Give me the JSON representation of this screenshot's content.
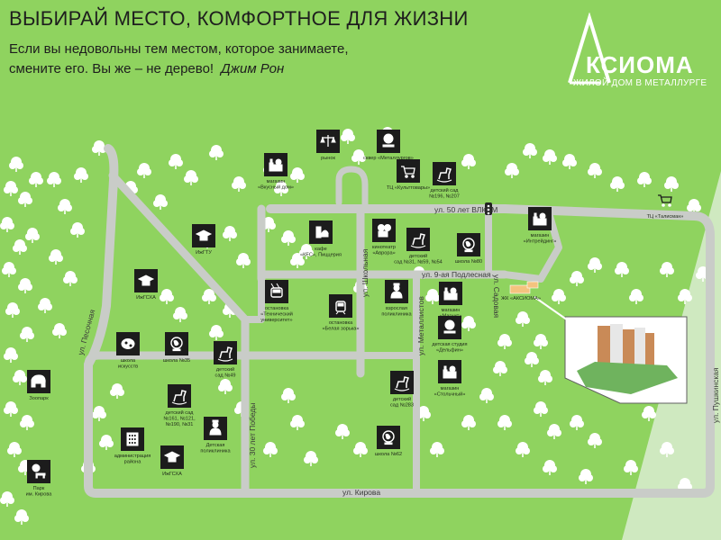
{
  "header": {
    "headline": "ВЫБИРАЙ МЕСТО, КОМФОРТНОЕ ДЛЯ ЖИЗНИ",
    "quote_line1": "Если вы недовольны тем местом, которое занимаете,",
    "quote_line2": "смените его. Вы же – не дерево!",
    "quote_author": "Джим Рон"
  },
  "logo": {
    "word": "КСИОМА",
    "subtitle": "ЖИЛОЙ ДОМ В МЕТАЛЛУРГЕ"
  },
  "colors": {
    "header_bg": "#8fd35f",
    "map_bg": "#8fd35f",
    "road": "#c9ccc8",
    "icon_bg": "#1c1c1c",
    "tree": "#ffffff",
    "highlight": "#f4c37f"
  },
  "streets": {
    "vlksm": "ул. 50 лет ВЛКСМ",
    "podlesnaya": "ул. 9-ая Подлесная",
    "pesochnaya": "ул. Песочная",
    "shkolnaya": "ул. Школьная",
    "metallistov": "ул. Металлистов",
    "pobedy": "ул. 30 лет Победы",
    "kirova": "ул. Кирова",
    "pushkinskaya": "ул. Пушкинская",
    "sadovaya": "ул. Садовая"
  },
  "places": {
    "market": "рынок",
    "square": [
      "сквер «Металлургов»"
    ],
    "vkusny": [
      "магазин",
      "«Вкусный дом»"
    ],
    "kultovary": [
      "ТЦ «Культтовары»"
    ],
    "kindergarten196": [
      "детский сад",
      "№196, №207"
    ],
    "talisman": [
      "ТЦ «Талисман»"
    ],
    "izhgtu": [
      "ИжГТУ"
    ],
    "kfc": [
      "кафе",
      "«КFC», Пиццерия"
    ],
    "avrora": [
      "кинотеатр",
      "«Аврора»"
    ],
    "kindergarten31": [
      "детский",
      "сад №31, №59, №54"
    ],
    "school80": [
      "школа №80"
    ],
    "intrejding": [
      "магазин",
      "«Интрейдинг»"
    ],
    "izhgsha_top": [
      "ИжГСХА"
    ],
    "trolley": [
      "остановка",
      "«Технический",
      "университет»"
    ],
    "tram": [
      "остановка",
      "«Белая зорька»"
    ],
    "polyclinic_adult": [
      "взрослая",
      "поликлиника"
    ],
    "magnit": [
      "магазин",
      "«Магнит»"
    ],
    "zhk": "ЖК «АКСИОМА»",
    "zoo": [
      "Зоопарк"
    ],
    "art_school": [
      "школа",
      "искусств"
    ],
    "school35": [
      "школа №35"
    ],
    "kindergarten49": [
      "детский",
      "сад №49"
    ],
    "dolphin": [
      "детская студия",
      "«Дельфин»"
    ],
    "stolichny": [
      "магазин",
      "«Стольчный»"
    ],
    "kindergarten161": [
      "детский сад",
      "№161, №121,",
      "№190, №31"
    ],
    "kindergarten283": [
      "детский",
      "сад №283"
    ],
    "child_polyclinic": [
      "Детская",
      "поликлиника"
    ],
    "admin": [
      "администрация",
      "района"
    ],
    "izhgsha_bottom": [
      "ИжГСХА"
    ],
    "school62": [
      "школа №62"
    ],
    "park": [
      "Парк",
      "им. Кирова"
    ]
  }
}
